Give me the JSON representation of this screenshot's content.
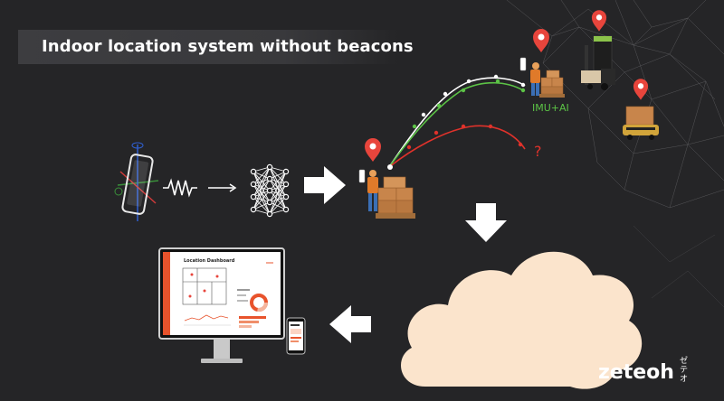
{
  "title": "Indoor location system without beacons",
  "labels": {
    "imu_ai": "IMU+AI",
    "unknown": "?"
  },
  "dashboard": {
    "title": "Location Dashboard"
  },
  "brand": {
    "name": "zeteoh",
    "sub": "ゼテオ"
  },
  "colors": {
    "background": "#252527",
    "green_path": "#5cc346",
    "red_path": "#e0322b",
    "white_path": "#ffffff",
    "pin": "#e8453c",
    "cloud": "#fbe4cc",
    "box": "#c8854b"
  },
  "icons": [
    "phone-axes-icon",
    "vibration-wave-icon",
    "neural-network-icon",
    "location-pin-icon",
    "worker-with-boxes-icon",
    "forklift-icon",
    "robot-cart-icon",
    "cloud-icon",
    "monitor-icon"
  ]
}
